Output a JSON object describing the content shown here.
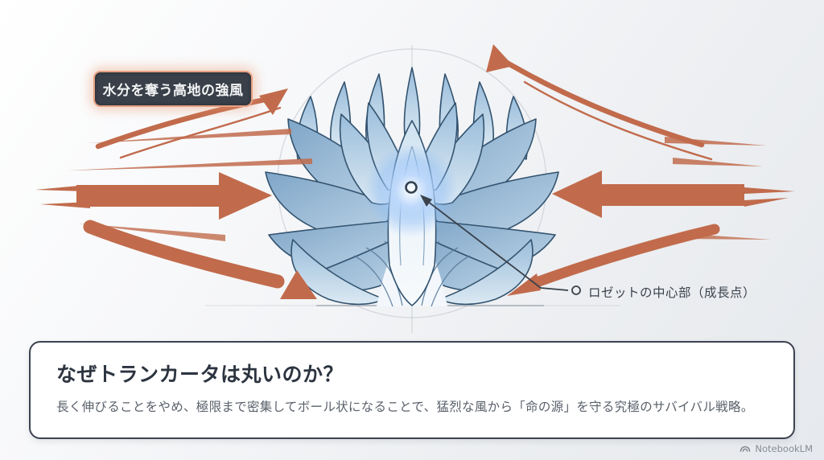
{
  "slide": {
    "wind_label": "水分を奪う高地の強風",
    "annotation_label": "ロゼットの中心部（成長点）",
    "card_title": "なぜトランカータは丸いのか？",
    "card_body": "長く伸びることをやめ、極限まで密集してボール状になることで、猛烈な風から「命の源」を守る究極のサバイバル戦略。",
    "brand": "NotebookLM"
  },
  "colors": {
    "arrow": "#c16b4c",
    "label_bg": "#394049",
    "label_border": "#e7a083",
    "card_border": "#3c4350",
    "title_text": "#2c3440",
    "body_text": "#5a616b",
    "leaf_outline": "#33536f",
    "leaf_blue": "#9cbdd8",
    "glow_blue": "#8fbdf5",
    "annotation_line": "#3a424c"
  }
}
